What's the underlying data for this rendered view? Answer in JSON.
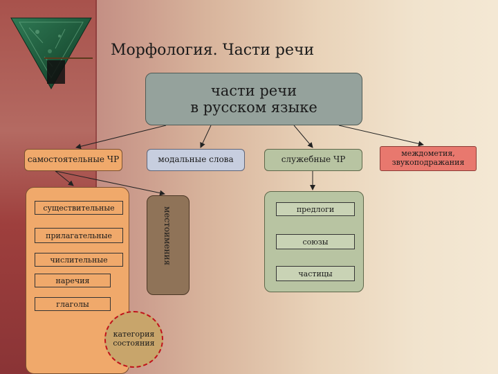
{
  "title": "Морфология. Части речи",
  "root": {
    "line1": "части речи",
    "line2": "в русском языке"
  },
  "categories": {
    "independent": "самостоятельные ЧР",
    "modal": "модальные слова",
    "auxiliary": "служебные ЧР",
    "interjections": {
      "line1": "междометия,",
      "line2": "звукоподражания"
    }
  },
  "independent_items": [
    "существительные",
    "прилагательные",
    "числительные",
    "наречия",
    "глаголы"
  ],
  "pronouns": "местоимения",
  "state_category": {
    "line1": "категория",
    "line2": "состояния"
  },
  "auxiliary_items": [
    "предлоги",
    "союзы",
    "частицы"
  ],
  "colors": {
    "orange": "#f0a96b",
    "grey_green": "#95a29c",
    "blue_grey": "#c7cedf",
    "olive": "#b8c4a2",
    "red": "#e8786e",
    "brown": "#8f7358",
    "dashed_red": "#c0121a"
  }
}
